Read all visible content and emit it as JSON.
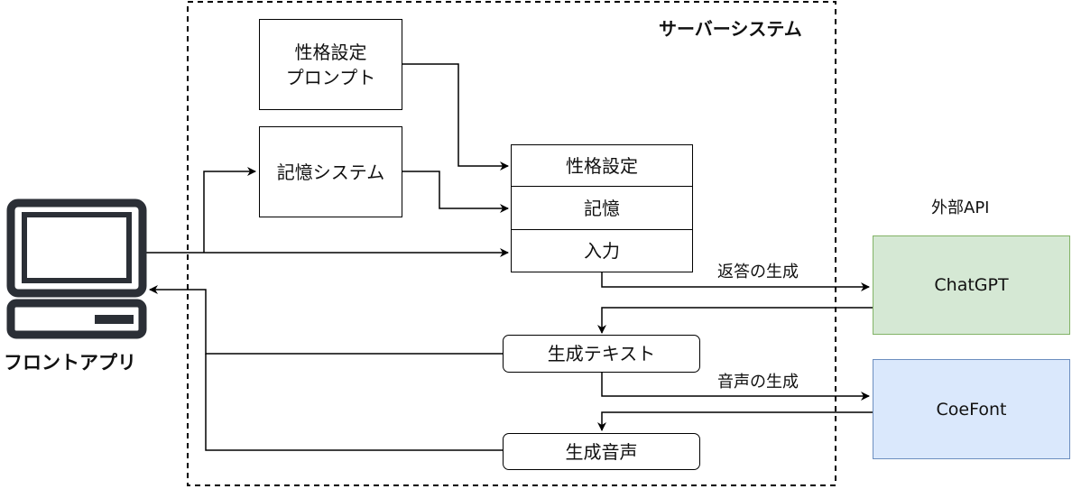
{
  "server_title": "サーバーシステム",
  "front_app_label": "フロントアプリ",
  "external_api_label": "外部API",
  "personality_prompt": [
    "性格設定",
    "プロンプト"
  ],
  "memory_system": "記憶システム",
  "stack": {
    "personality": "性格設定",
    "memory": "記憶",
    "input": "入力"
  },
  "generated_text": "生成テキスト",
  "generated_voice": "生成音声",
  "chatgpt": "ChatGPT",
  "coefont": "CoeFont",
  "edge_reply": "返答の生成",
  "edge_voice": "音声の生成",
  "colors": {
    "chatgpt_fill": "#d5e8d4",
    "chatgpt_border": "#82b366",
    "coefont_fill": "#dae8fc",
    "coefont_border": "#6c8ebf",
    "computer_icon": "#2b2f36"
  }
}
